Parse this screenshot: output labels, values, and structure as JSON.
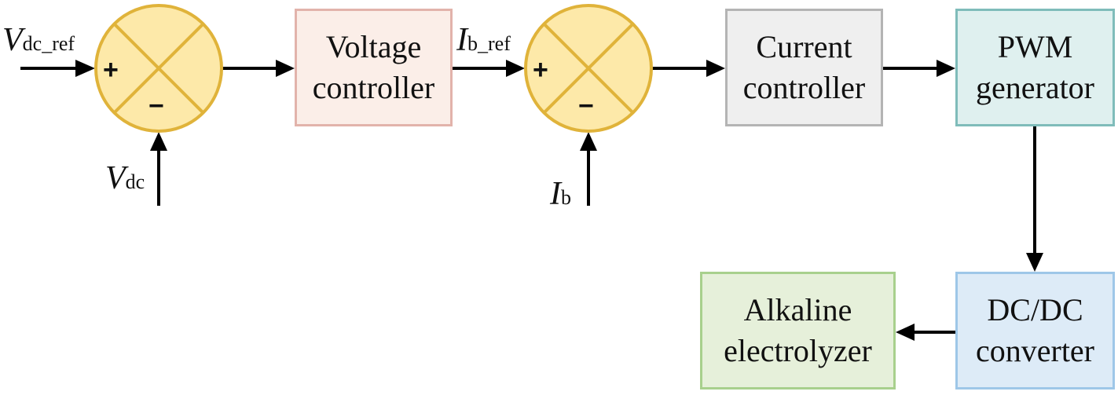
{
  "blocks": {
    "voltage_controller": {
      "line1": "Voltage",
      "line2": "controller",
      "fill": "#fbeee8",
      "border": "#e2b3ab"
    },
    "current_controller": {
      "line1": "Current",
      "line2": "controller",
      "fill": "#efefef",
      "border": "#b4b4b4"
    },
    "pwm_generator": {
      "line1": "PWM",
      "line2": "generator",
      "fill": "#dff0ef",
      "border": "#7fbcba"
    },
    "dcdc_converter": {
      "line1": "DC/DC",
      "line2": "converter",
      "fill": "#ddebf7",
      "border": "#9ec7e8"
    },
    "alkaline_electrolyzer": {
      "line1": "Alkaline",
      "line2": "electrolyzer",
      "fill": "#e6f0da",
      "border": "#a8d08d"
    }
  },
  "summing_junctions": {
    "fill": "#fde9a9",
    "border": "#e0b33a",
    "plus": "+",
    "minus": "−"
  },
  "signals": {
    "vdc_ref": {
      "main": "V",
      "sub": "dc_ref"
    },
    "vdc": {
      "main": "V",
      "sub": "dc"
    },
    "ib_ref": {
      "main": "I",
      "sub": "b_ref"
    },
    "ib": {
      "main": "I",
      "sub": "b"
    }
  }
}
